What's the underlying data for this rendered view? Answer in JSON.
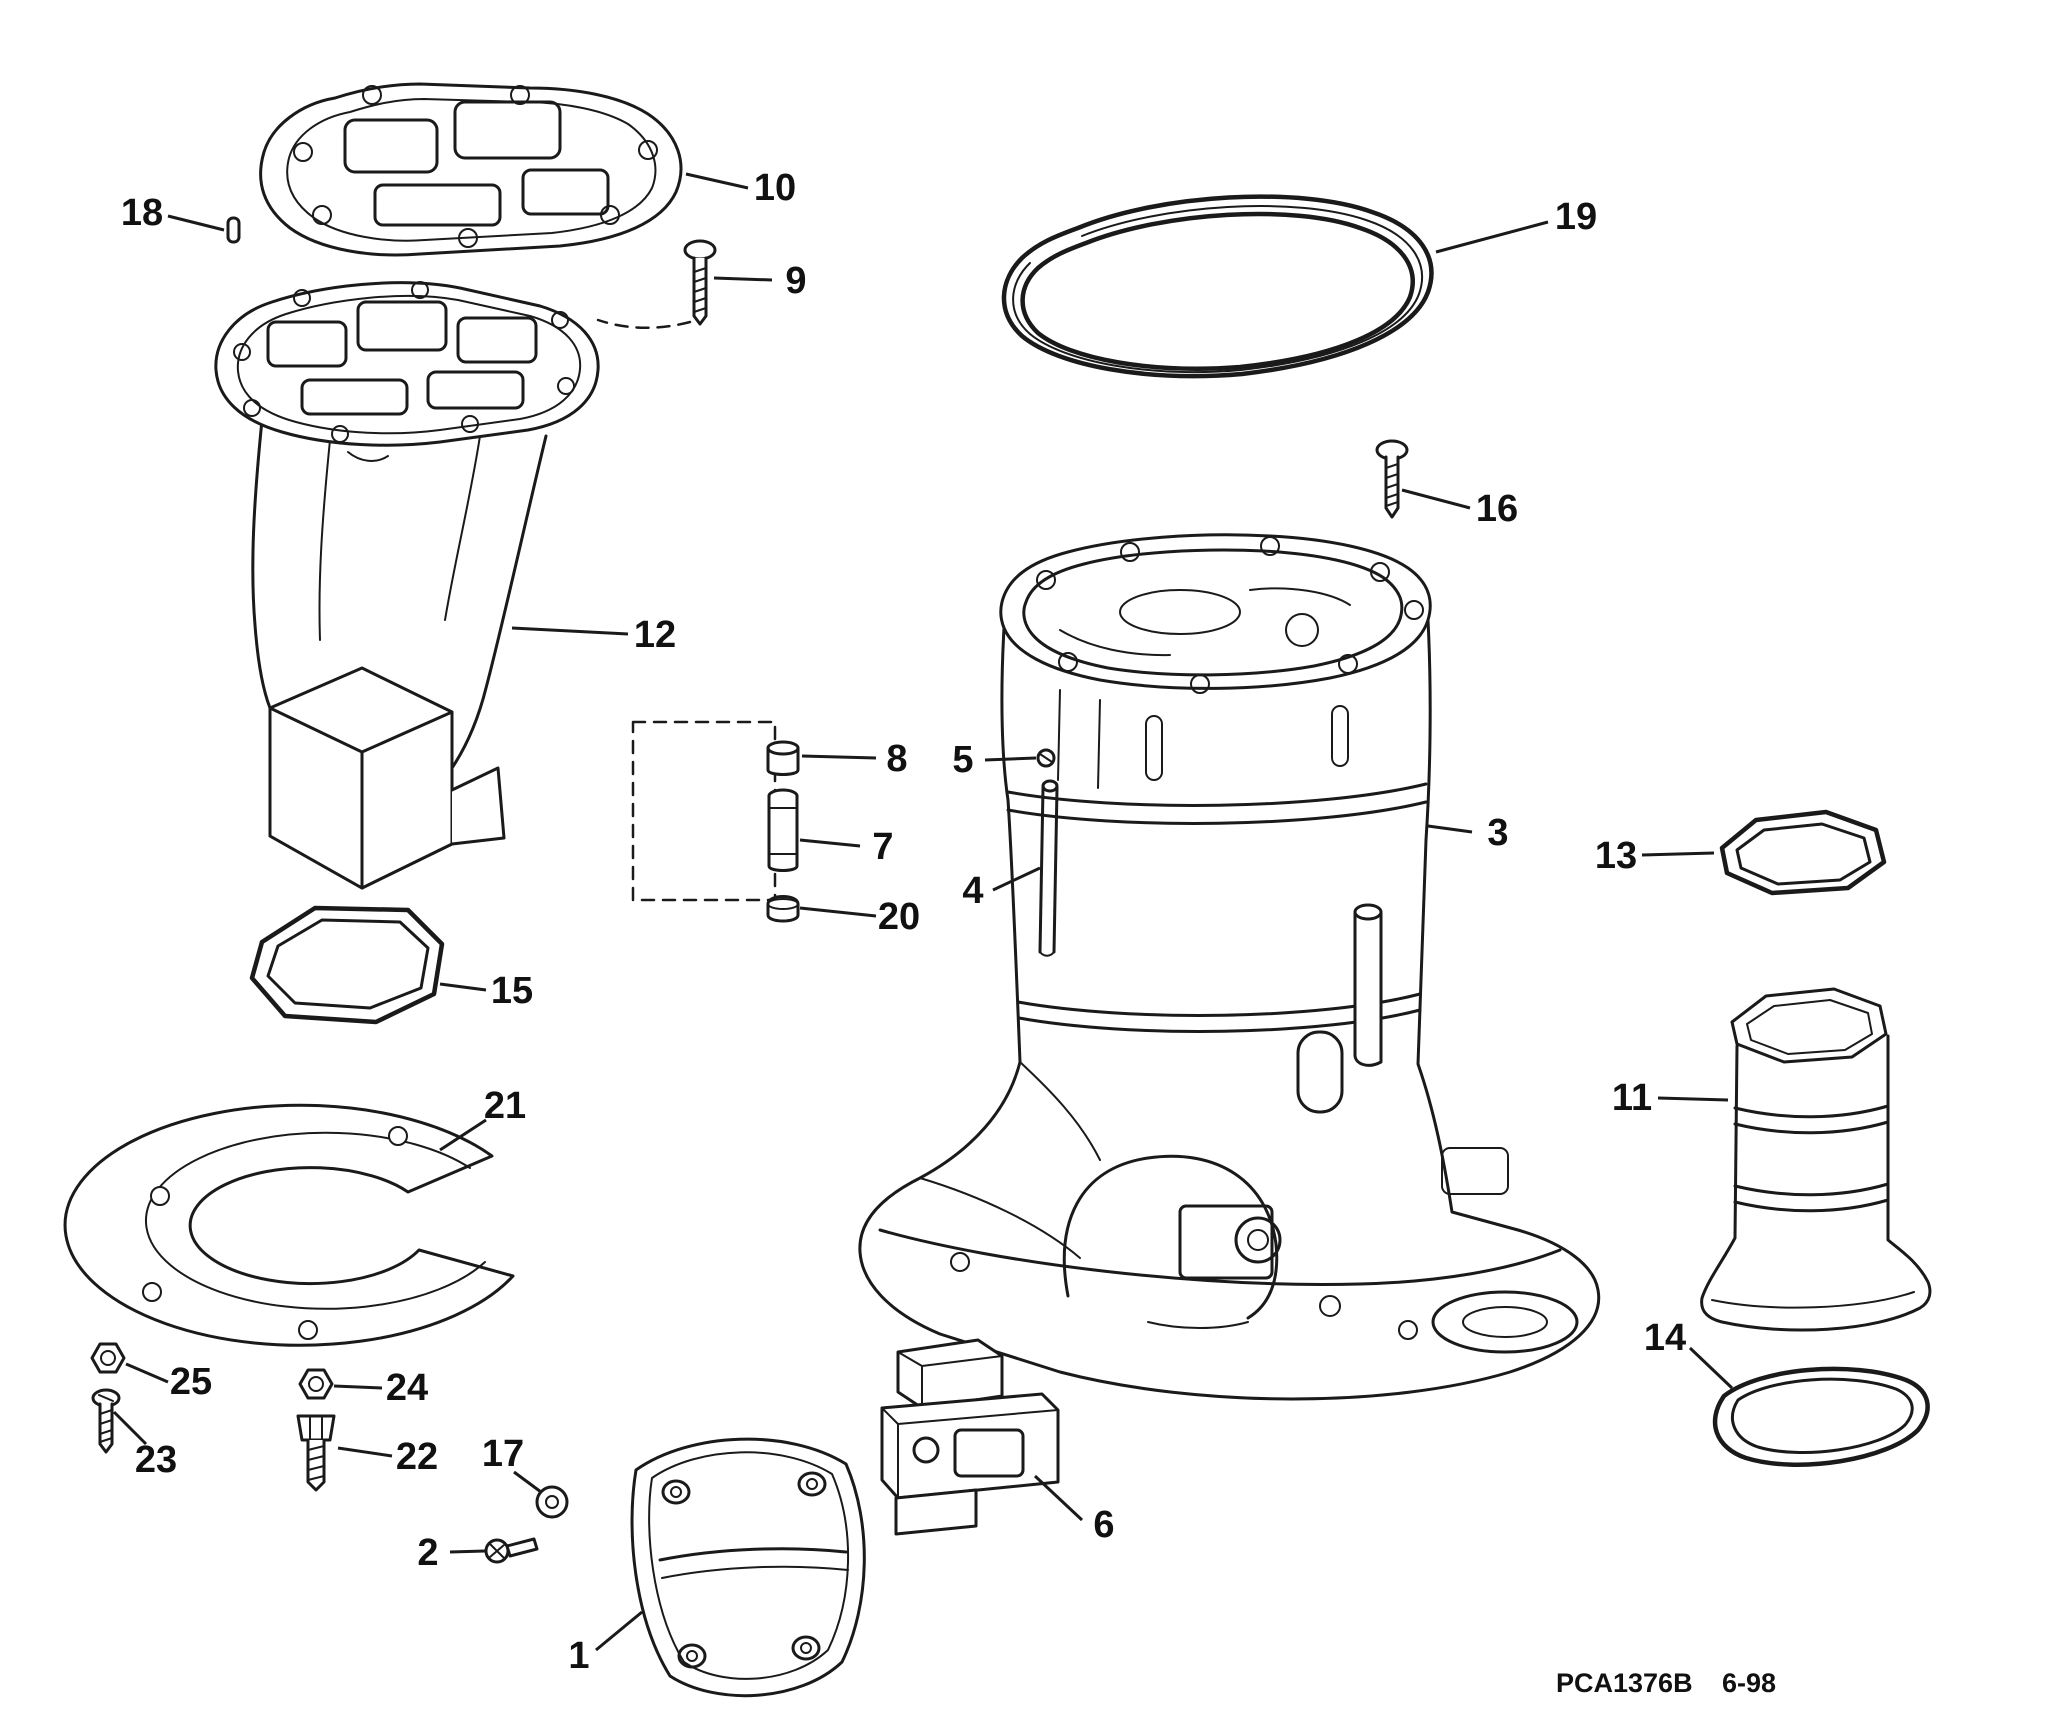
{
  "diagram": {
    "background": "#ffffff",
    "ink": "#1a1a1a",
    "kind": "exploded-parts-diagram"
  },
  "callouts": {
    "c1": "1",
    "c2": "2",
    "c3": "3",
    "c4": "4",
    "c5": "5",
    "c6": "6",
    "c7": "7",
    "c8": "8",
    "c9": "9",
    "c10": "10",
    "c11": "11",
    "c12": "12",
    "c13": "13",
    "c14": "14",
    "c15": "15",
    "c16": "16",
    "c17": "17",
    "c18": "18",
    "c19": "19",
    "c20": "20",
    "c21": "21",
    "c22": "22",
    "c23": "23",
    "c24": "24",
    "c25": "25"
  },
  "footer": {
    "code": "PCA1376B",
    "date": "6-98"
  }
}
